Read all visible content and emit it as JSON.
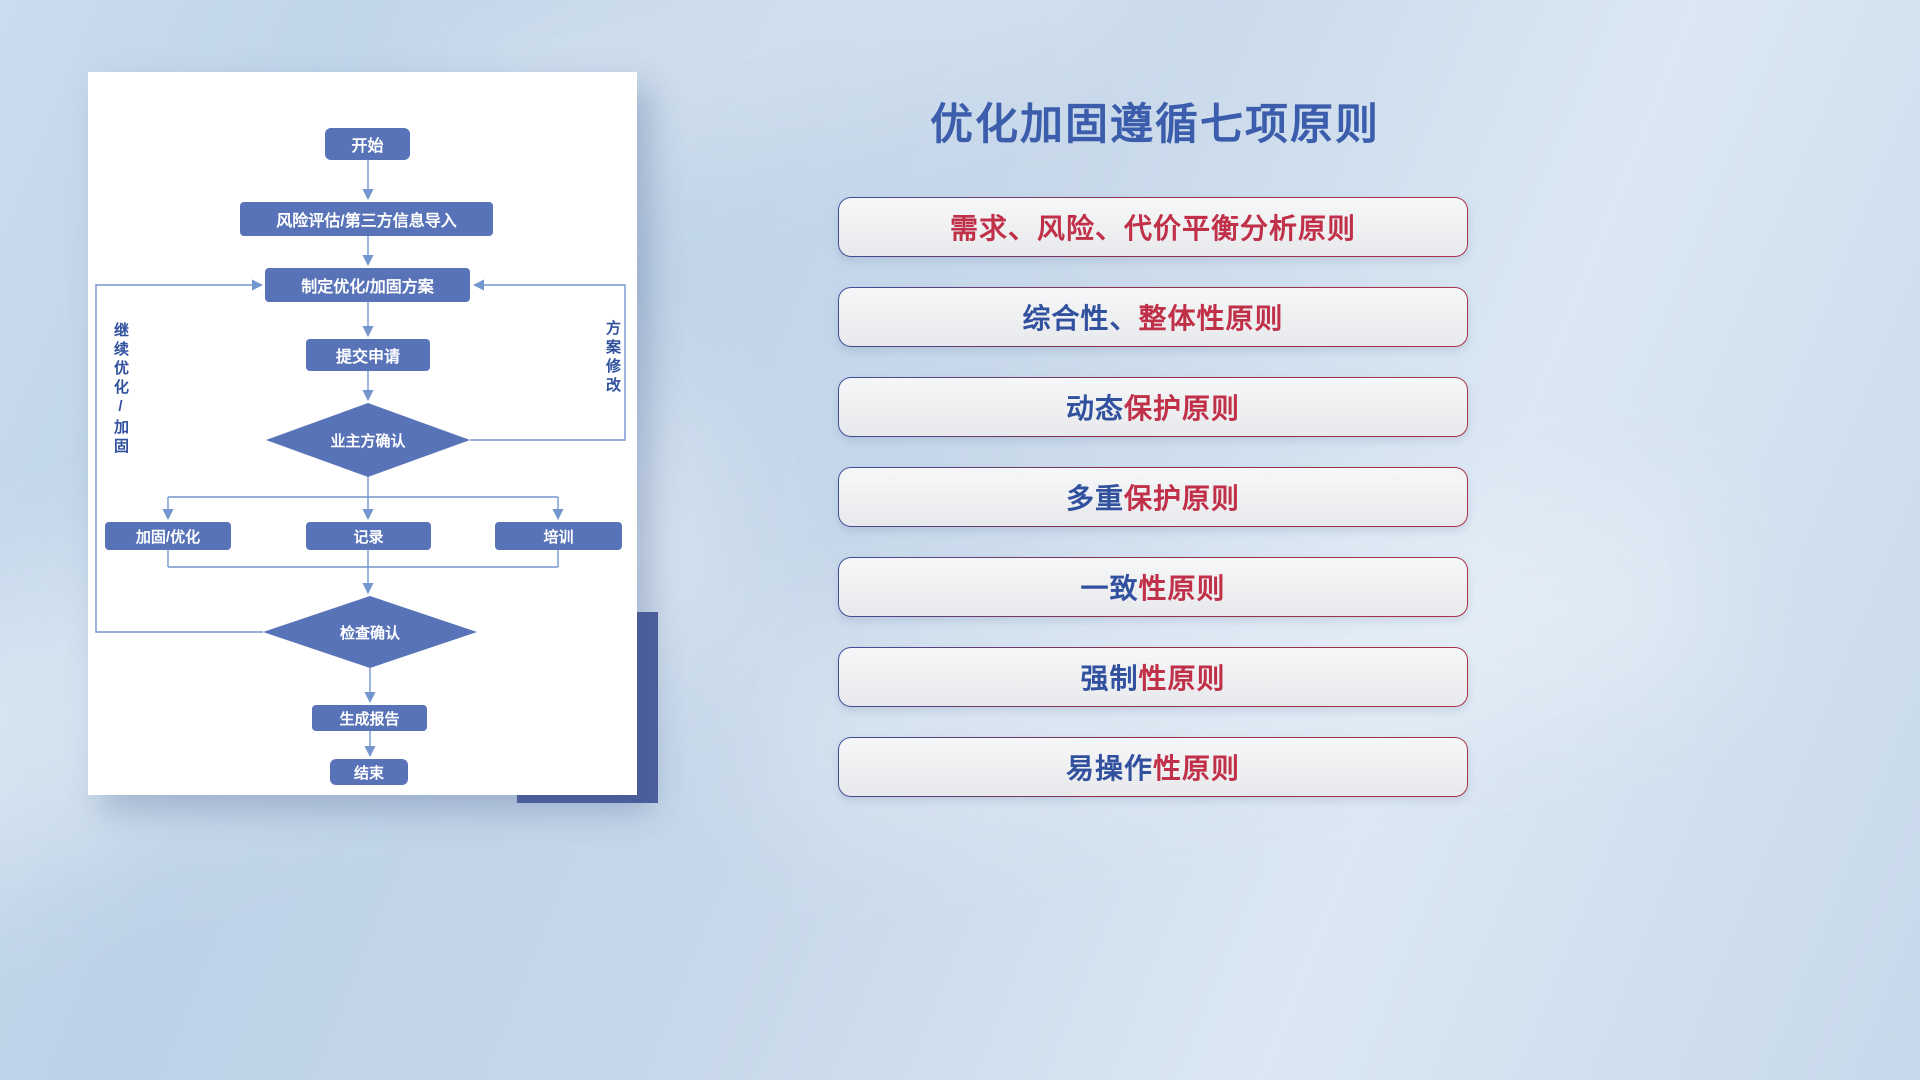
{
  "colors": {
    "navy": "#31519f",
    "crimson": "#c03048",
    "node_fill": "#5873b8",
    "edge": "#7396cf",
    "title": "#3c5dab",
    "accent_block": "#4d5f9f"
  },
  "flowchart": {
    "nodes": {
      "start": "开始",
      "risk_import": "风险评估/第三方信息导入",
      "make_plan": "制定优化/加固方案",
      "submit": "提交申请",
      "owner_confirm": "业主方确认",
      "harden": "加固/优化",
      "record": "记录",
      "training": "培训",
      "check_confirm": "检查确认",
      "report": "生成报告",
      "end": "结束"
    },
    "loop_labels": {
      "left": "继续优化/加固",
      "right": "方案修改"
    }
  },
  "principles_panel": {
    "title": "优化加固遵循七项原则",
    "items": [
      {
        "parts": [
          {
            "text": "需求、风险、代价平衡分析原则",
            "color": "crimson"
          }
        ]
      },
      {
        "parts": [
          {
            "text": "综合性、",
            "color": "navy"
          },
          {
            "text": "整体性原则",
            "color": "crimson"
          }
        ]
      },
      {
        "parts": [
          {
            "text": "动态",
            "color": "navy"
          },
          {
            "text": "保护原则",
            "color": "crimson"
          }
        ]
      },
      {
        "parts": [
          {
            "text": "多重",
            "color": "navy"
          },
          {
            "text": "保护原则",
            "color": "crimson"
          }
        ]
      },
      {
        "parts": [
          {
            "text": "一致",
            "color": "navy"
          },
          {
            "text": "性原则",
            "color": "crimson"
          }
        ]
      },
      {
        "parts": [
          {
            "text": "强制",
            "color": "navy"
          },
          {
            "text": "性原则",
            "color": "crimson"
          }
        ]
      },
      {
        "parts": [
          {
            "text": "易操作",
            "color": "navy"
          },
          {
            "text": "性原则",
            "color": "crimson"
          }
        ]
      }
    ]
  }
}
